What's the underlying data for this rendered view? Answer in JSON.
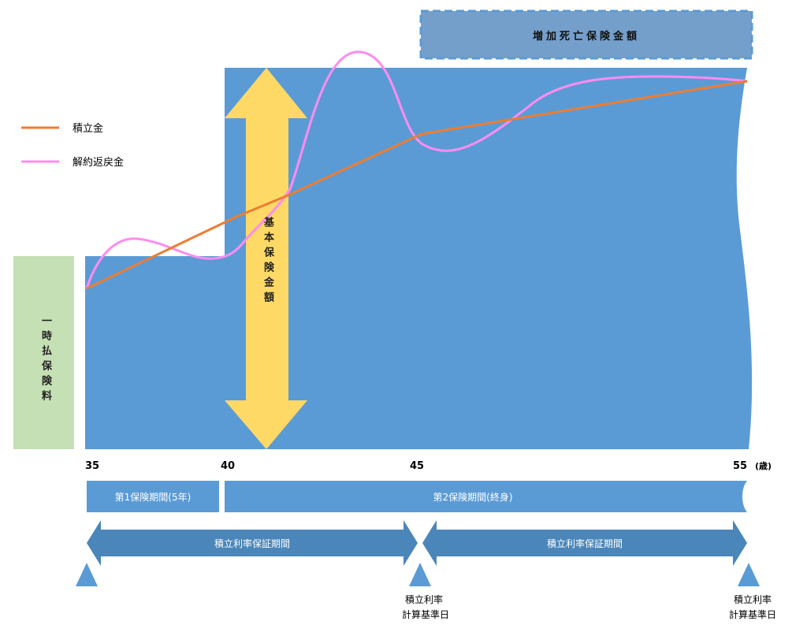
{
  "legend": [
    {
      "label": "積立金",
      "color": "#ed7d31"
    },
    {
      "label": "解約返戻金",
      "color": "#ff8cf0"
    }
  ],
  "added_death_benefit": "増加死亡保険金額",
  "basic_sum_insured": "基本保険金額",
  "single_premium": "一時払保険料",
  "ages": {
    "a35": "35",
    "a40": "40",
    "a45": "45",
    "a55": "55",
    "unit": "(歳)"
  },
  "periods": {
    "first": "第1保険期間(5年)",
    "second": "第2保険期間(終身)"
  },
  "guarantee": {
    "first": "積立利率保証期間",
    "second": "積立利率保証期間"
  },
  "base_dates": {
    "line1": "積立利率",
    "line2": "計算基準日"
  },
  "colors": {
    "main": "#5b9bd5",
    "dark": "#4a86ba",
    "yellow": "#ffd966",
    "green": "#c5e0b4"
  }
}
